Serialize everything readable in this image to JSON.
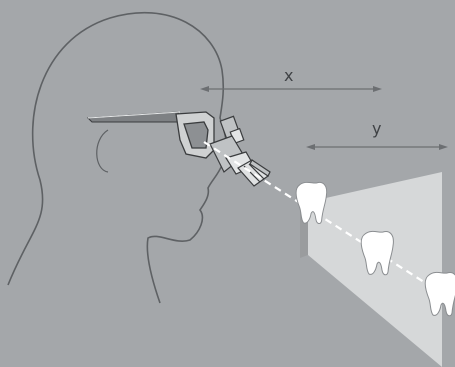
{
  "labels": {
    "x": "x",
    "y": "y"
  },
  "colors": {
    "background": "#a4a7aa",
    "outline": "#5e6164",
    "panel": "#d6d8d9",
    "panel_side": "#9a9c9e",
    "tooth": "#ffffff",
    "ray": "#ffffff",
    "dimension_line": "#6c6f72"
  },
  "icons": [
    "head-profile",
    "eyeglasses",
    "loupe",
    "headlight",
    "tooth",
    "projection-panel"
  ]
}
